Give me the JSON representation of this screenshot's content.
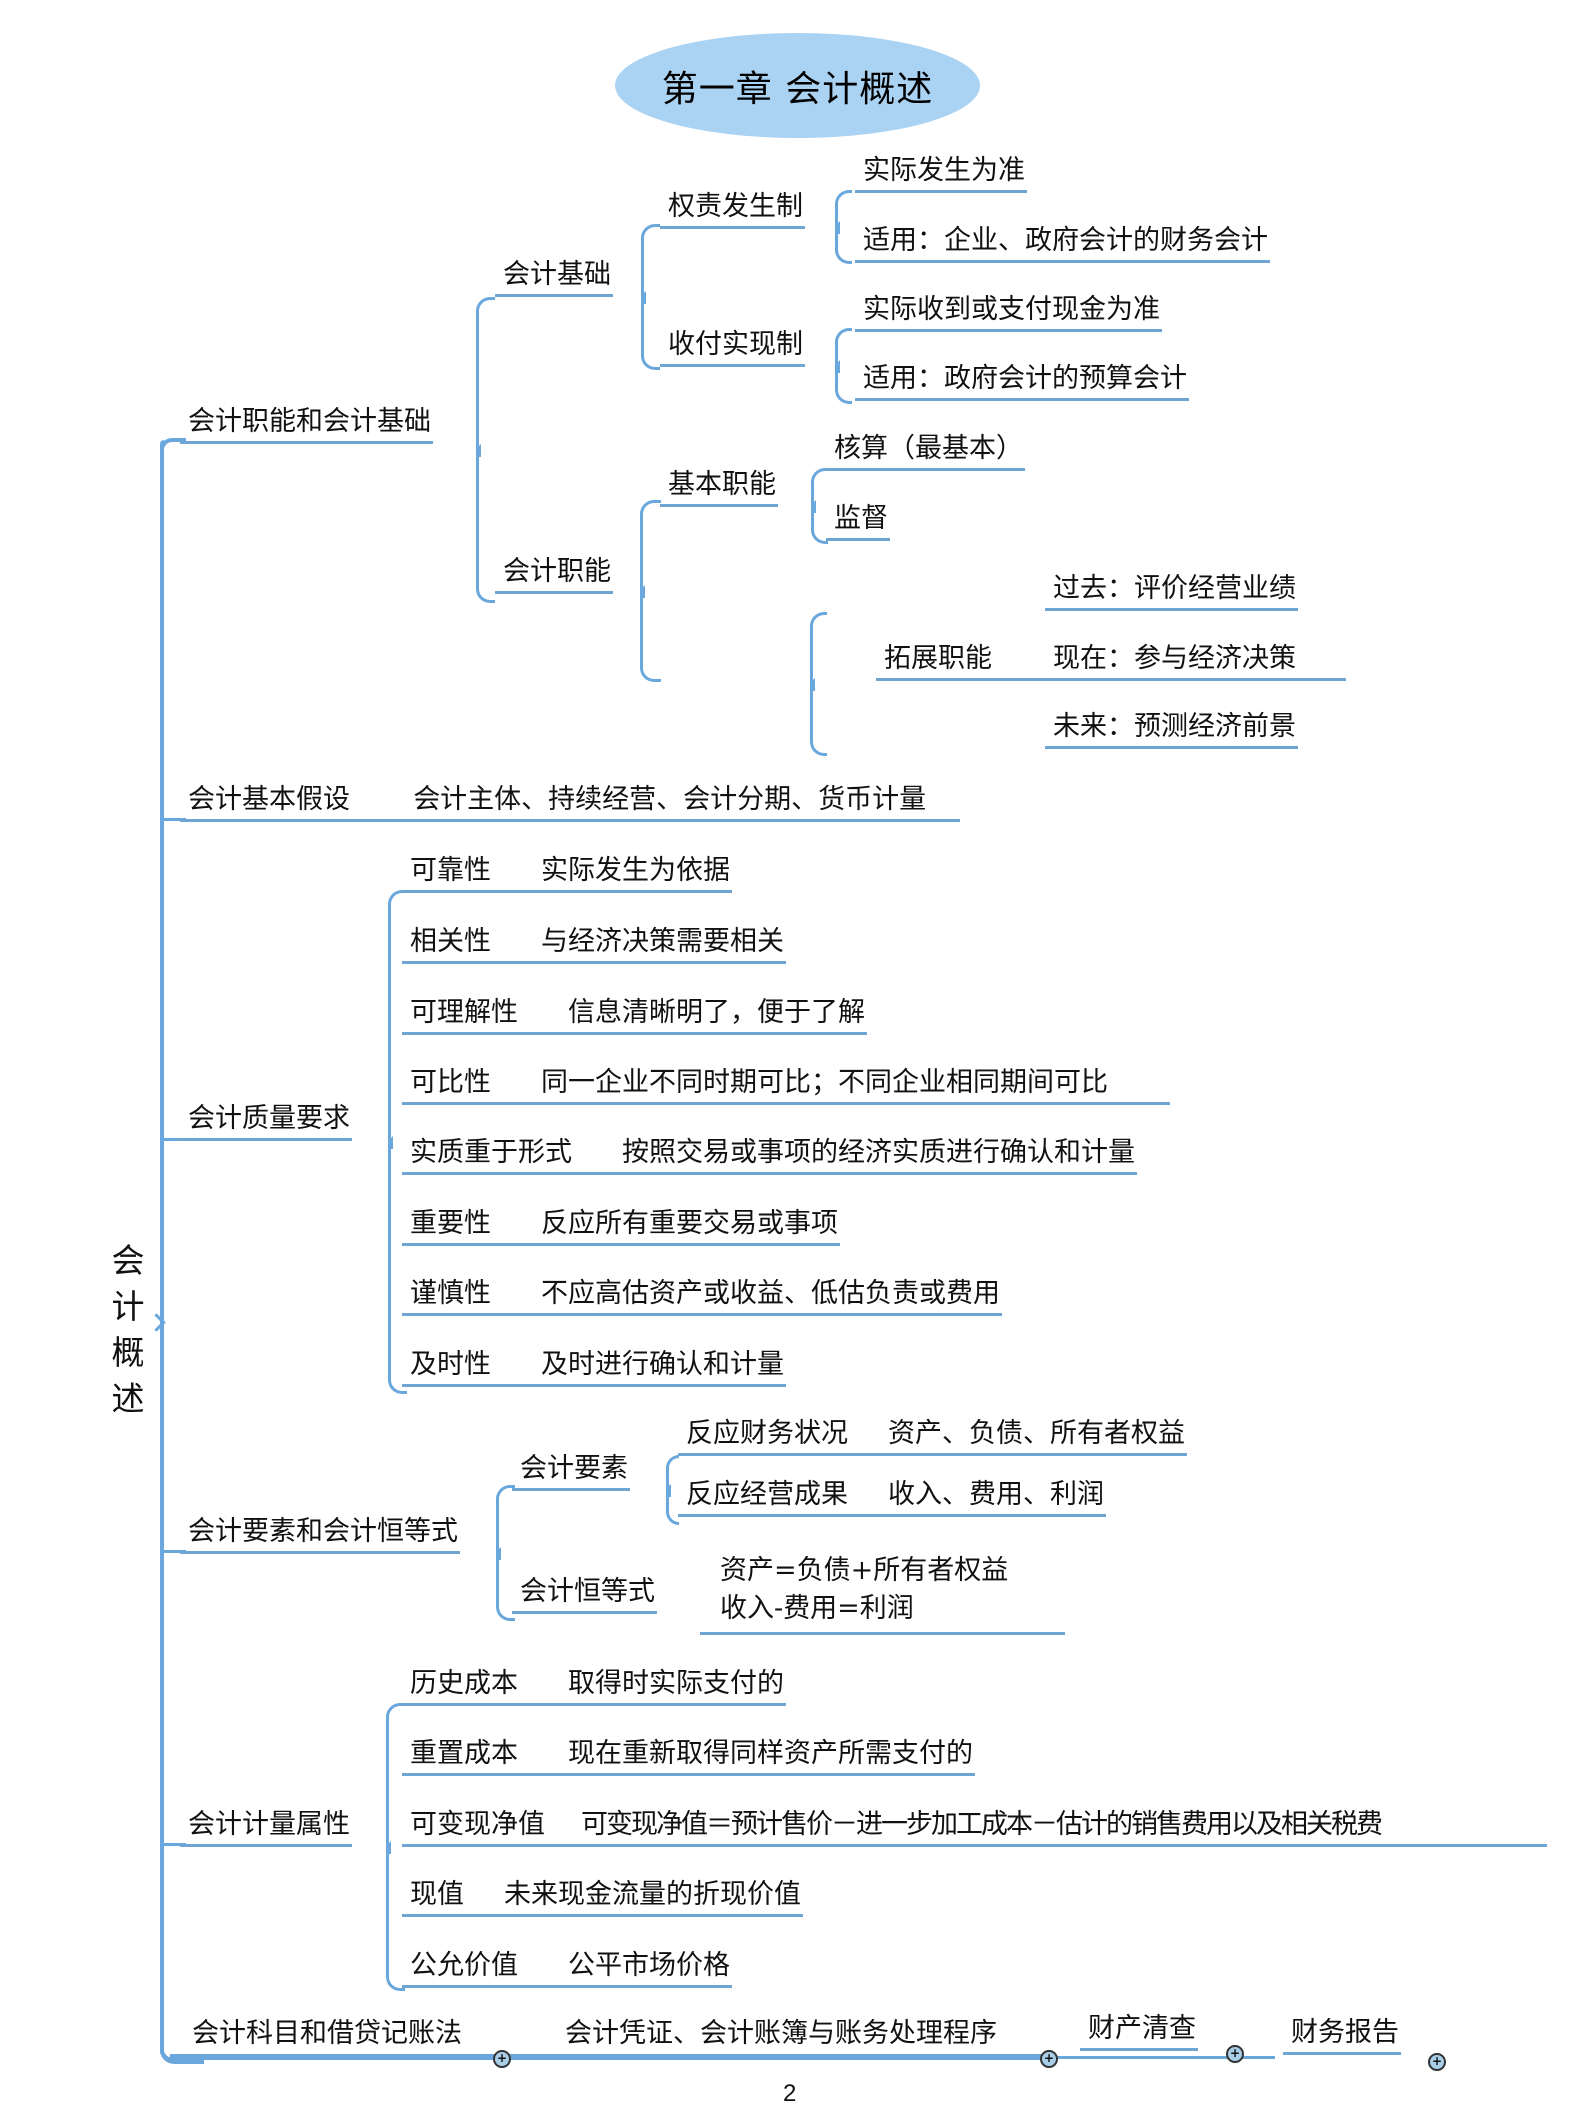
{
  "title": "第一章 会计概述",
  "root": {
    "label": "会计概述",
    "chars": [
      "会",
      "计",
      "概",
      "述"
    ]
  },
  "colors": {
    "line": "#6aa7dc",
    "title_bg": "#a9d2f3",
    "expand_bg": "#a9cfe8"
  },
  "branches": {
    "b1": {
      "label": "会计职能和会计基础",
      "foundation": {
        "label": "会计基础",
        "accrual": {
          "label": "权责发生制",
          "items": [
            "实际发生为准",
            "适用：企业、政府会计的财务会计"
          ]
        },
        "cash": {
          "label": "收付实现制",
          "items": [
            "实际收到或支付现金为准",
            "适用：政府会计的预算会计"
          ]
        }
      },
      "functions": {
        "label": "会计职能",
        "basic": {
          "label": "基本职能",
          "items": [
            "核算（最基本）",
            "监督"
          ]
        },
        "extended": {
          "label": "拓展职能",
          "items": [
            "过去：评价经营业绩",
            "现在：参与经济决策",
            "未来：预测经济前景"
          ]
        }
      }
    },
    "b2": {
      "label": "会计基本假设",
      "detail": "会计主体、持续经营、会计分期、货币计量"
    },
    "b3": {
      "label": "会计质量要求",
      "items": [
        {
          "name": "可靠性",
          "desc": "实际发生为依据"
        },
        {
          "name": "相关性",
          "desc": "与经济决策需要相关"
        },
        {
          "name": "可理解性",
          "desc": "信息清晰明了，便于了解"
        },
        {
          "name": "可比性",
          "desc": "同一企业不同时期可比；不同企业相同期间可比"
        },
        {
          "name": "实质重于形式",
          "desc": "按照交易或事项的经济实质进行确认和计量"
        },
        {
          "name": "重要性",
          "desc": "反应所有重要交易或事项"
        },
        {
          "name": "谨慎性",
          "desc": "不应高估资产或收益、低估负责或费用"
        },
        {
          "name": "及时性",
          "desc": "及时进行确认和计量"
        }
      ]
    },
    "b4": {
      "label": "会计要素和会计恒等式",
      "elements": {
        "label": "会计要素",
        "items": [
          {
            "name": "反应财务状况",
            "desc": "资产、负债、所有者权益"
          },
          {
            "name": "反应经营成果",
            "desc": "收入、费用、利润"
          }
        ]
      },
      "equation": {
        "label": "会计恒等式",
        "lines": [
          "资产=负债+所有者权益",
          "收入-费用=利润"
        ]
      }
    },
    "b5": {
      "label": "会计计量属性",
      "items": [
        {
          "name": "历史成本",
          "desc": "取得时实际支付的"
        },
        {
          "name": "重置成本",
          "desc": "现在重新取得同样资产所需支付的"
        },
        {
          "name": "可变现净值",
          "desc": "可变现净值＝预计售价－进一步加工成本－估计的销售费用以及相关税费"
        },
        {
          "name": "现值",
          "desc": "未来现金流量的折现价值"
        },
        {
          "name": "公允价值",
          "desc": "公平市场价格"
        }
      ]
    },
    "b6": {
      "label": "会计科目和借贷记账法",
      "siblings": [
        "会计凭证、会计账簿与账务处理程序",
        "财产清查",
        "财务报告"
      ],
      "expand_icon": "+"
    }
  },
  "page_number": "2"
}
